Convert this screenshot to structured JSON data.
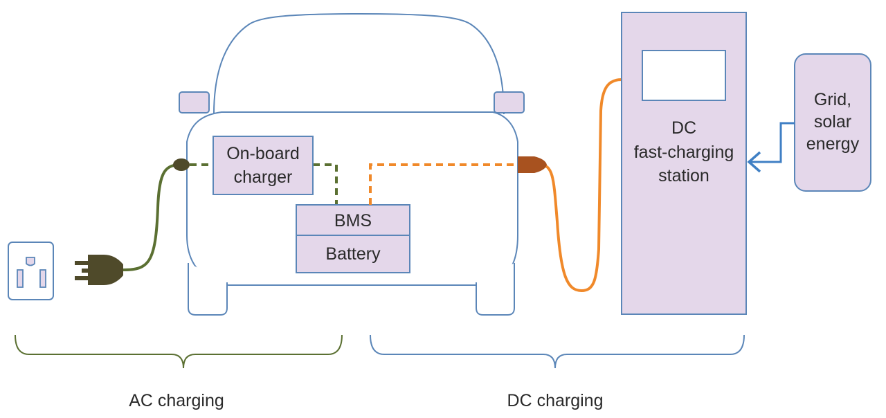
{
  "labels": {
    "onboard_line1": "On-board",
    "onboard_line2": "charger",
    "bms": "BMS",
    "battery": "Battery",
    "station_line1": "DC",
    "station_line2": "fast-charging",
    "station_line3": "station",
    "grid_line1": "Grid,",
    "grid_line2": "solar",
    "grid_line3": "energy",
    "ac_caption": "AC charging",
    "dc_caption": "DC charging"
  },
  "colors": {
    "outline_blue": "#5b86b8",
    "box_fill": "#e4d7ea",
    "ac_green": "#5b7032",
    "dc_orange": "#f0892a",
    "dc_plug": "#a8521f",
    "ac_plug": "#4f4a2a",
    "arrow_blue": "#3f7fc4"
  }
}
